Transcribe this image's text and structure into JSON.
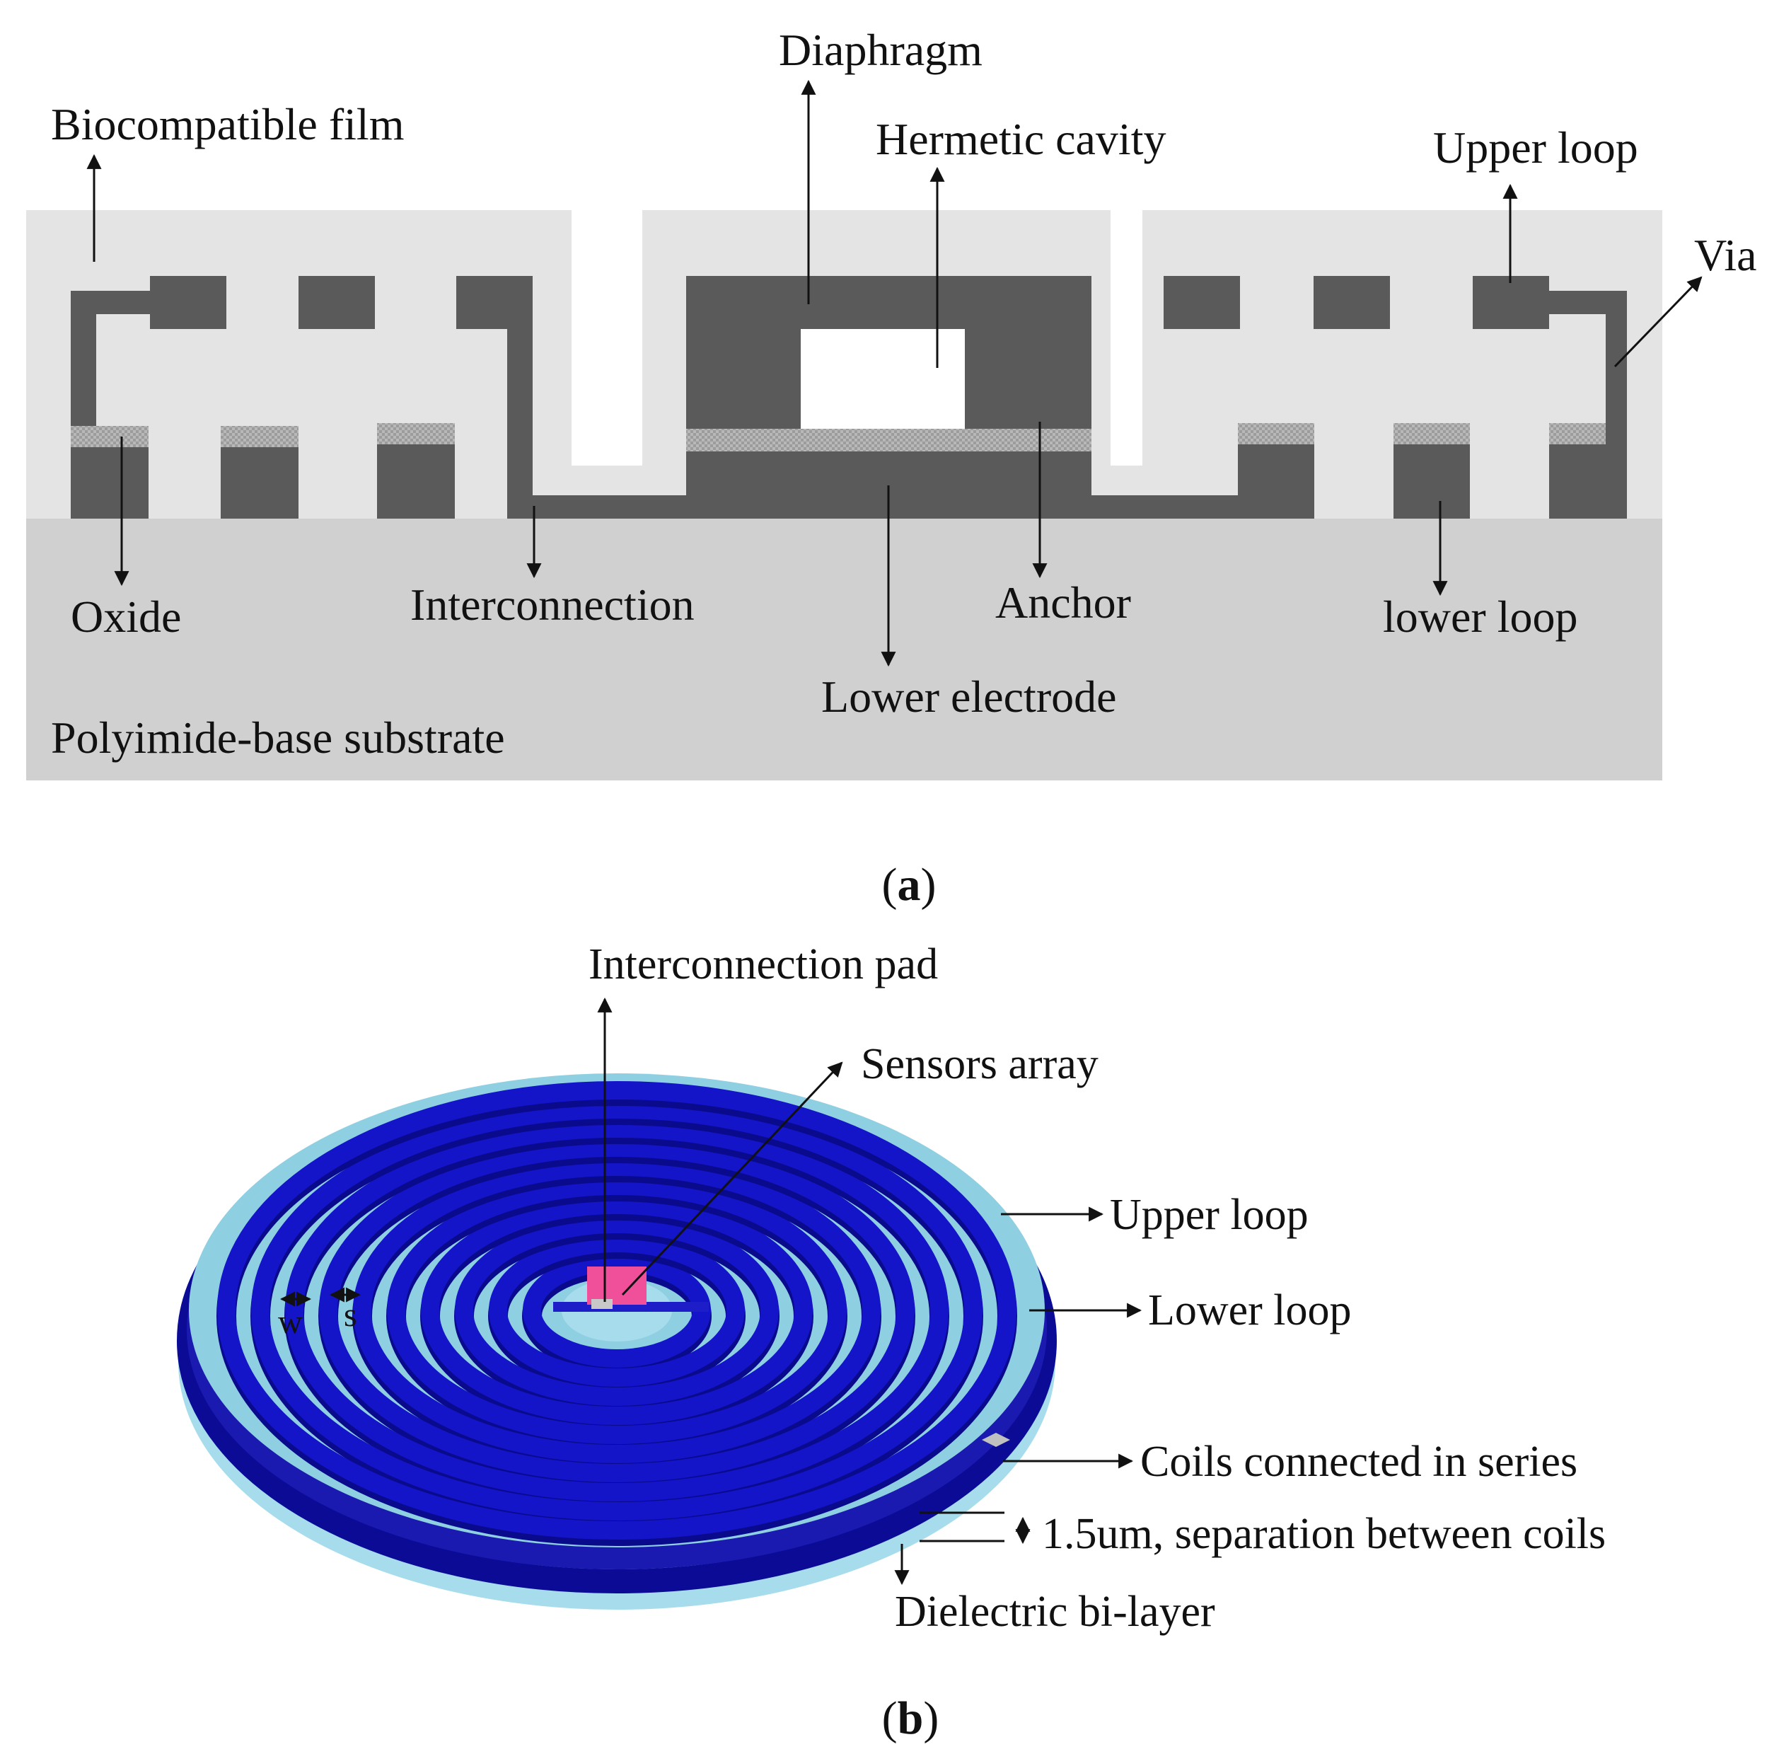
{
  "panel_a": {
    "caption_open": "(",
    "caption_letter": "a",
    "caption_close": ")",
    "labels": {
      "diaphragm": "Diaphragm",
      "biocompatible_film": "Biocompatible film",
      "hermetic_cavity": "Hermetic cavity",
      "upper_loop": "Upper loop",
      "via": "Via",
      "oxide": "Oxide",
      "interconnection": "Interconnection",
      "anchor": "Anchor",
      "lower_loop": "lower loop",
      "lower_electrode": "Lower electrode",
      "substrate": "Polyimide-base substrate"
    }
  },
  "panel_b": {
    "caption_open": "(",
    "caption_letter": "b",
    "caption_close": ")",
    "labels": {
      "interconnection_pad": "Interconnection pad",
      "sensors_array": "Sensors array",
      "upper_loop": "Upper loop",
      "lower_loop": "Lower loop",
      "coils_series": "Coils connected in series",
      "separation": "1.5um, separation between coils",
      "dielectric": "Dielectric bi-layer",
      "w": "w",
      "s": "s"
    }
  },
  "colors": {
    "film": "#e4e4e4",
    "substrate": "#d0d0d0",
    "metal": "#5a5a5a",
    "oxide": "#b4b4b4",
    "coil": "#1414c8",
    "coil_dark": "#0a0a8c",
    "dielectric": "#8cd2e6",
    "pad": "#f0509a"
  }
}
